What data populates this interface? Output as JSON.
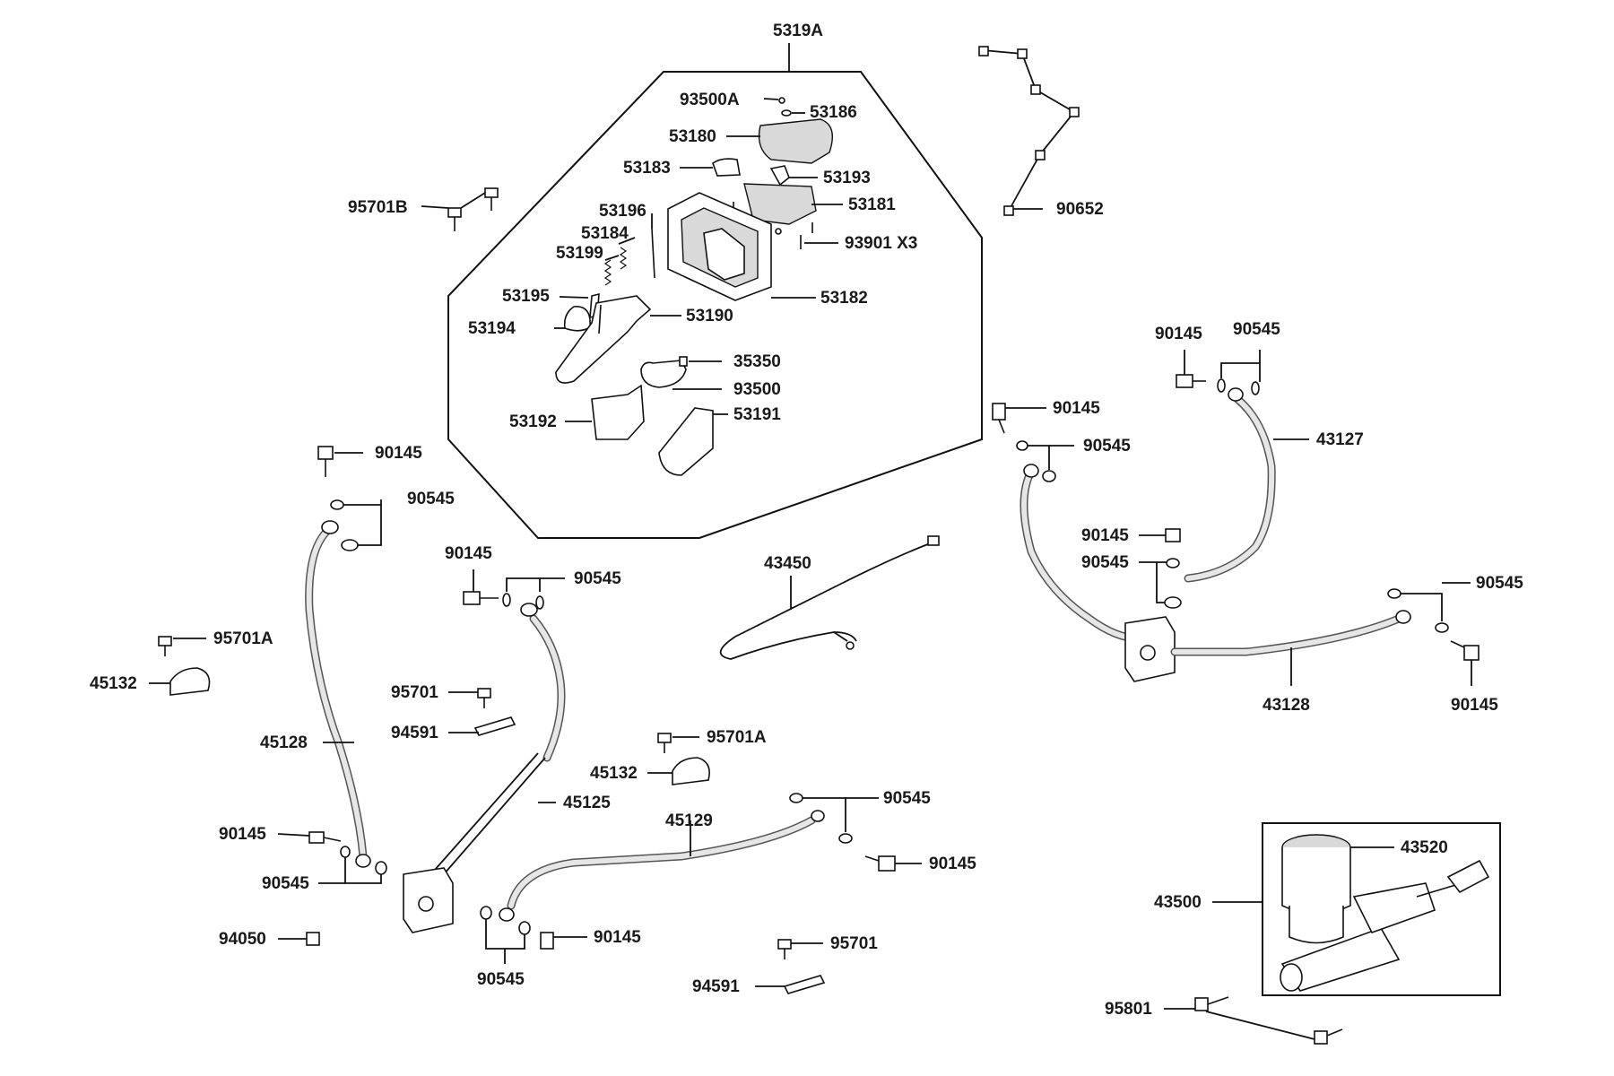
{
  "labels": {
    "l5319a": "5319A",
    "l93500a": "93500A",
    "l53186": "53186",
    "l53180": "53180",
    "l53183": "53183",
    "l53193": "53193",
    "l53181": "53181",
    "l93901": "93901 X3",
    "l53196": "53196",
    "l53184": "53184",
    "l53199": "53199",
    "l53195": "53195",
    "l53182": "53182",
    "l53194": "53194",
    "l53190": "53190",
    "l35350": "35350",
    "l93500": "93500",
    "l53192": "53192",
    "l53191": "53191",
    "l95701b": "95701B",
    "l90652": "90652",
    "l90145_a": "90145",
    "l90545_a": "90545",
    "l95701a_a": "95701A",
    "l45132_a": "45132",
    "l45128": "45128",
    "l90145_b": "90145",
    "l90545_b": "90545",
    "l94050": "94050",
    "l90145_c": "90145",
    "l90545_c": "90545",
    "l95701_a": "95701",
    "l94591_a": "94591",
    "l45125": "45125",
    "l95701a_b": "95701A",
    "l45132_b": "45132",
    "l45129": "45129",
    "l90545_d": "90545",
    "l90145_d": "90145",
    "l90145_e": "90145",
    "l90545_e": "90545",
    "l95701_b": "95701",
    "l94591_b": "94591",
    "l43450": "43450",
    "l90145_f": "90145",
    "l90545_f": "90545",
    "l90145_g": "90145",
    "l90545_g": "90545",
    "l43127": "43127",
    "l90145_h": "90145",
    "l90545_h": "90545",
    "l90545_i": "90545",
    "l43128": "43128",
    "l90145_i": "90145",
    "l43520": "43520",
    "l43500": "43500",
    "l95801": "95801"
  }
}
